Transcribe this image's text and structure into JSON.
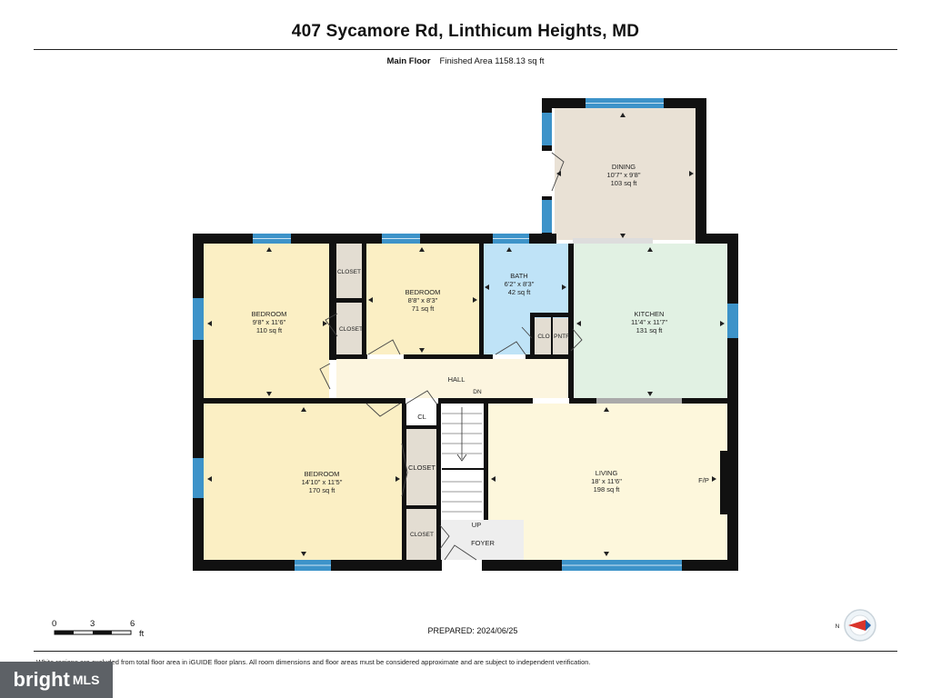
{
  "header": {
    "address": "407 Sycamore Rd, Linthicum Heights, MD",
    "floor_name": "Main Floor",
    "finished_area": "Finished Area 1158.13 sq ft"
  },
  "rooms": {
    "dining": {
      "name": "DINING",
      "dims": "10'7\" x 9'8\"",
      "area": "103 sq ft"
    },
    "bedroom1": {
      "name": "BEDROOM",
      "dims": "9'8\" x 11'6\"",
      "area": "110 sq ft"
    },
    "bedroom2": {
      "name": "BEDROOM",
      "dims": "8'8\" x 8'3\"",
      "area": "71 sq ft"
    },
    "bath": {
      "name": "BATH",
      "dims": "6'2\" x 8'3\"",
      "area": "42 sq ft"
    },
    "kitchen": {
      "name": "KITCHEN",
      "dims": "11'4\" x 11'7\"",
      "area": "131 sq ft"
    },
    "bedroom3": {
      "name": "BEDROOM",
      "dims": "14'10\" x 11'5\"",
      "area": "170 sq ft"
    },
    "living": {
      "name": "LIVING",
      "dims": "18' x 11'6\"",
      "area": "198 sq ft"
    }
  },
  "small_labels": {
    "closet_a": "CLOSET",
    "closet_b": "CLOSET",
    "clo": "CLO",
    "pntr": "PNTR",
    "hall": "HALL",
    "dn": "DN",
    "cl": "CL",
    "closet_c": "CLOSET",
    "closet_d": "CLOSET",
    "up": "UP",
    "foyer": "FOYER",
    "fp": "F/P"
  },
  "scale": {
    "tick_0": "0",
    "tick_3": "3",
    "tick_6": "6",
    "unit": "ft"
  },
  "compass": {
    "north_label": "N",
    "icon": "compass-icon"
  },
  "footer": {
    "prepared": "PREPARED: 2024/06/25",
    "disclaimer": "White regions are excluded from total floor area in iGUIDE floor plans. All room dimensions and floor areas must be considered approximate and are subject to independent verification."
  },
  "brand": {
    "word": "bright",
    "suffix": "MLS"
  },
  "colors": {
    "bedroom": "#fbefc4",
    "bath": "#bfe3f7",
    "kitchen": "#e1f1e3",
    "dining": "#e9e1d5",
    "living": "#fdf7dc",
    "hall": "#fcf5df",
    "closet": "#e3ddd2",
    "wall": "#111111",
    "window": "#3d93c9",
    "brand_bg": "#5d6166"
  }
}
